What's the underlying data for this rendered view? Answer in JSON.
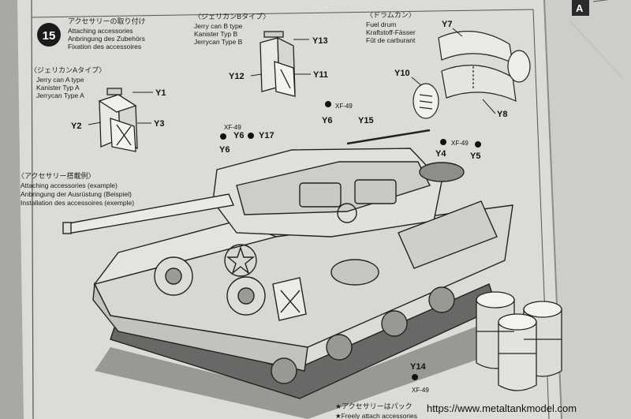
{
  "step": {
    "number": "15",
    "title_jp": "アクセサリーの取り付け",
    "title_en": "Attaching accessories",
    "title_de": "Anbringung des Zubehörs",
    "title_fr": "Fixation des accessoires"
  },
  "jerry_a": {
    "title_jp": "〈ジェリカンAタイプ〉",
    "en": "Jerry can A type",
    "de": "Kanister Typ A",
    "fr": "Jerrycan Type A",
    "parts": [
      "Y1",
      "Y2",
      "Y3"
    ]
  },
  "jerry_b": {
    "title_jp": "〈ジェリカンBタイプ〉",
    "en": "Jerry can B type",
    "de": "Kanister Typ B",
    "fr": "Jerrycan Type B",
    "parts": [
      "Y13",
      "Y12",
      "Y11"
    ]
  },
  "fuel_drum": {
    "title_jp": "〈ドラムカン〉",
    "en": "Fuel drum",
    "de": "Kraftstoff-Fässer",
    "fr": "Fût de carburant",
    "parts": [
      "Y7",
      "Y8",
      "Y10"
    ]
  },
  "example": {
    "title_jp": "〈アクセサリー搭載例〉",
    "en": "Attaching accessories (example)",
    "de": "Anbringung der Ausrüstung (Beispiel)",
    "fr": "Installation des accessoires (exemple)"
  },
  "vehicle_parts": [
    "Y6",
    "Y17",
    "Y6",
    "Y15",
    "Y4",
    "Y5",
    "Y14"
  ],
  "paint_codes": [
    "XF-49",
    "XF-49",
    "XF-49",
    "XF-49"
  ],
  "footnote": {
    "line1": "★アクセサリーはパック",
    "line2": "★Freely attach accessories"
  },
  "watermark": "https://www.metaltankmodel.com",
  "side_tab": "A"
}
